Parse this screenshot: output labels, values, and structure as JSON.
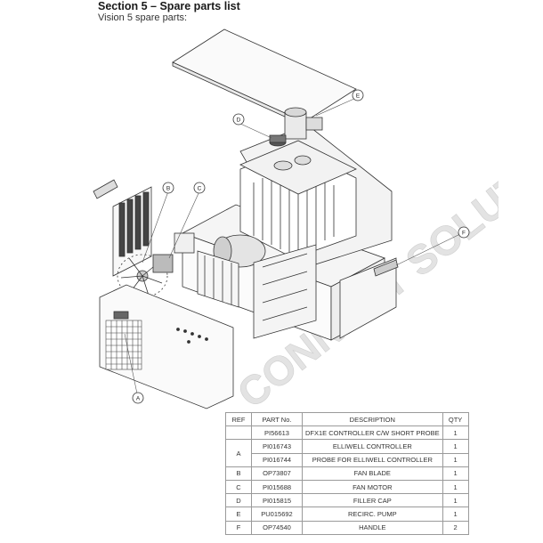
{
  "header": {
    "section_title": "Section 5 – Spare parts list",
    "subtitle": "Vision 5 spare parts:"
  },
  "diagram": {
    "callouts": [
      "A",
      "B",
      "C",
      "D",
      "E",
      "F"
    ],
    "watermark_text": "CONNECT SOLUTIONS"
  },
  "table": {
    "headers": [
      "REF",
      "PART No.",
      "DESCRIPTION",
      "QTY"
    ],
    "groups": [
      {
        "ref": "",
        "rows": [
          {
            "part": "PI56613",
            "desc": "DFX1E CONTROLLER C/W SHORT PROBE",
            "qty": "1"
          }
        ]
      },
      {
        "ref": "A",
        "rows": [
          {
            "part": "PI016743",
            "desc": "ELLIWELL CONTROLLER",
            "qty": "1"
          },
          {
            "part": "PI016744",
            "desc": "PROBE FOR ELLIWELL CONTROLLER",
            "qty": "1"
          }
        ]
      },
      {
        "ref": "B",
        "rows": [
          {
            "part": "OP73807",
            "desc": "FAN BLADE",
            "qty": "1"
          }
        ]
      },
      {
        "ref": "C",
        "rows": [
          {
            "part": "PI015688",
            "desc": "FAN MOTOR",
            "qty": "1"
          }
        ]
      },
      {
        "ref": "D",
        "rows": [
          {
            "part": "PI015815",
            "desc": "FILLER CAP",
            "qty": "1"
          }
        ]
      },
      {
        "ref": "E",
        "rows": [
          {
            "part": "PU015692",
            "desc": "RECIRC. PUMP",
            "qty": "1"
          }
        ]
      },
      {
        "ref": "F",
        "rows": [
          {
            "part": "OP74540",
            "desc": "HANDLE",
            "qty": "2"
          }
        ]
      }
    ]
  }
}
